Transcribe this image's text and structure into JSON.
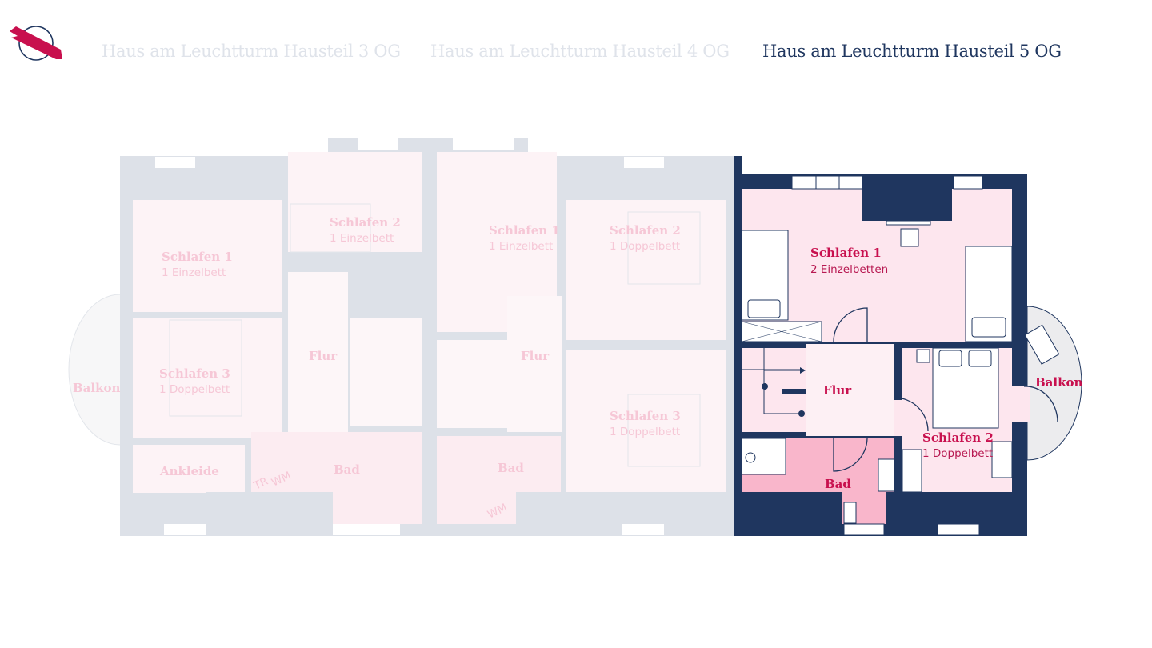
{
  "header": {
    "tabs": [
      {
        "label": "Haus am Leuchtturm Hausteil 3 OG",
        "active": false
      },
      {
        "label": "Haus am Leuchtturm Hausteil 4 OG",
        "active": false
      },
      {
        "label": "Haus am Leuchtturm Hausteil 5 OG",
        "active": true
      }
    ]
  },
  "colors": {
    "navy": "#1f365f",
    "accent": "#c8104e",
    "room": "#fde6ee",
    "bath": "#f9b6cb",
    "faded_wall": "#dde1e8"
  },
  "plan3": {
    "rooms": [
      {
        "name": "Schlafen 1",
        "beds": "1 Einzelbett"
      },
      {
        "name": "Schlafen 2",
        "beds": "1 Einzelbett"
      },
      {
        "name": "Schlafen 3",
        "beds": "1 Doppelbett"
      },
      {
        "name": "Flur"
      },
      {
        "name": "Bad"
      },
      {
        "name": "Ankleide"
      },
      {
        "name": "Balkon"
      }
    ],
    "marks": [
      "TR",
      "WM"
    ]
  },
  "plan4": {
    "rooms": [
      {
        "name": "Schlafen 1",
        "beds": "1 Einzelbett"
      },
      {
        "name": "Schlafen 2",
        "beds": "1 Doppelbett"
      },
      {
        "name": "Schlafen 3",
        "beds": "1 Doppelbett"
      },
      {
        "name": "Flur"
      },
      {
        "name": "Bad"
      }
    ],
    "marks": [
      "WM"
    ]
  },
  "plan5": {
    "rooms": [
      {
        "name": "Schlafen 1",
        "beds": "2 Einzelbetten"
      },
      {
        "name": "Schlafen 2",
        "beds": "1 Doppelbett"
      },
      {
        "name": "Flur"
      },
      {
        "name": "Bad"
      },
      {
        "name": "Balkon"
      }
    ]
  }
}
